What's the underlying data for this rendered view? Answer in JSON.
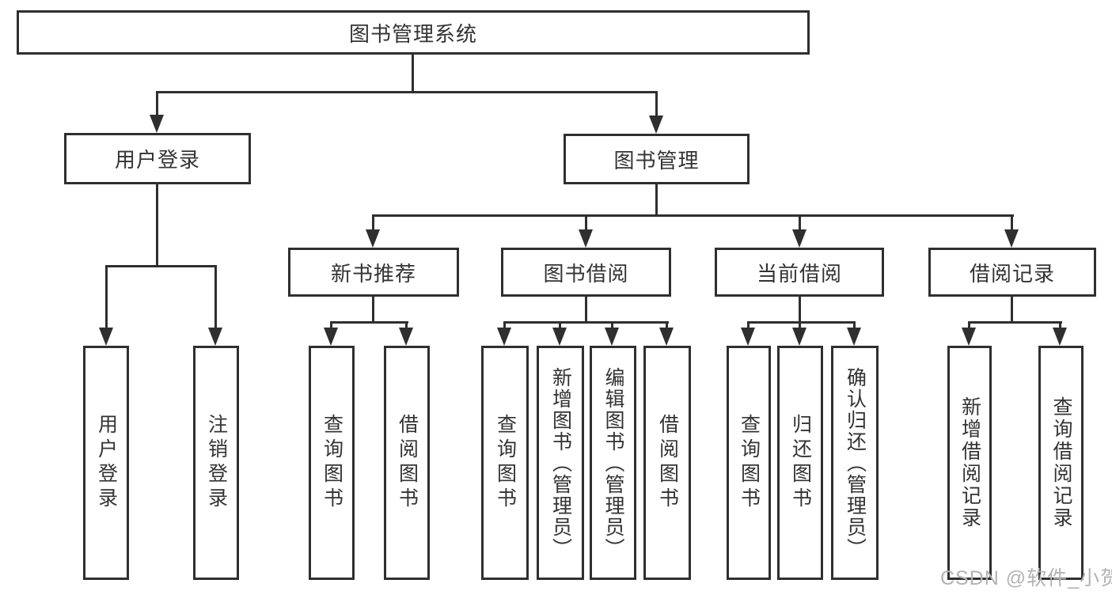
{
  "tree": {
    "root": {
      "label": "图书管理系统"
    },
    "branches": [
      {
        "label": "用户登录",
        "children": [
          {
            "label": "用户登录"
          },
          {
            "label": "注销登录"
          }
        ]
      },
      {
        "label": "图书管理",
        "children": [
          {
            "label": "新书推荐",
            "children": [
              {
                "label": "查询图书"
              },
              {
                "label": "借阅图书"
              }
            ]
          },
          {
            "label": "图书借阅",
            "children": [
              {
                "label": "查询图书"
              },
              {
                "label": "新增图书（管理员）"
              },
              {
                "label": "编辑图书（管理员）"
              },
              {
                "label": "借阅图书"
              }
            ]
          },
          {
            "label": "当前借阅",
            "children": [
              {
                "label": "查询图书"
              },
              {
                "label": "归还图书"
              },
              {
                "label": "确认归还（管理员）"
              }
            ]
          },
          {
            "label": "借阅记录",
            "children": [
              {
                "label": "新增借阅记录"
              },
              {
                "label": "查询借阅记录"
              }
            ]
          }
        ]
      }
    ]
  },
  "watermark": {
    "text": "CSDN @软件_小贺同学"
  },
  "colors": {
    "line": "#2f2f2f",
    "text": "#333333",
    "watermark": "#b3b3b3",
    "background": "#ffffff"
  }
}
